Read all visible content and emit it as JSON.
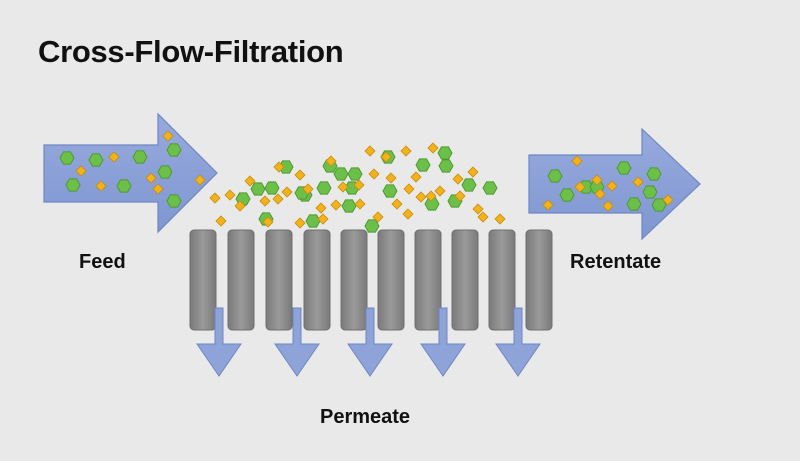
{
  "title": "Cross-Flow-Filtration",
  "labels": {
    "feed": "Feed",
    "retentate": "Retentate",
    "permeate": "Permeate"
  },
  "colors": {
    "background": "#e9e9e9",
    "arrow_fill": "#8ea3d8",
    "arrow_stroke": "#6f86c6",
    "membrane": "#8c8c8c",
    "particle_large": "#6cc04a",
    "particle_small": "#f2b21c"
  },
  "icons": {
    "large_particle": "green-hexagon",
    "small_particle": "yellow-diamond",
    "flow_arrow": "block-arrow"
  }
}
